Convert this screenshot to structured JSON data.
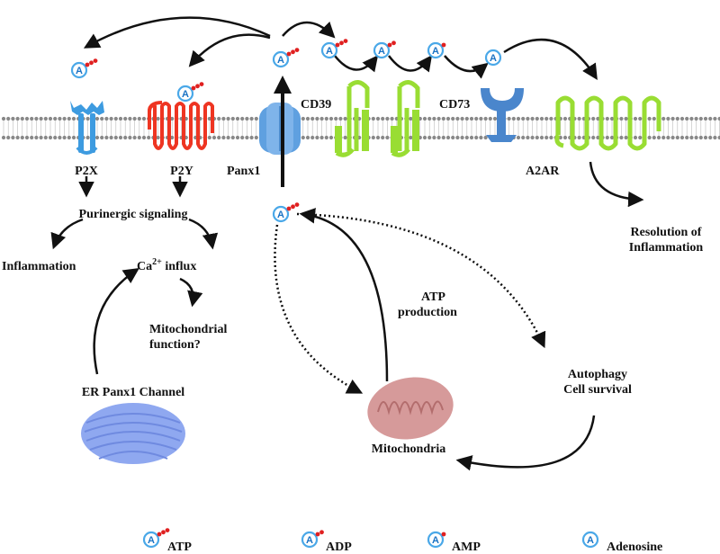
{
  "colors": {
    "adenosine_circle": "#4aa8e8",
    "phosphate": "#e02020",
    "p2x": "#3d9be0",
    "p2y": "#ee3522",
    "panx1": "#5fa0e0",
    "cd39": "#99dd33",
    "cd73": "#4a86cc",
    "a2ar": "#99dd33",
    "er": "#8fa8f0",
    "mitochondria": "#d69a9a",
    "membrane": "#888888"
  },
  "labels": {
    "p2x": "P2X",
    "p2y": "P2Y",
    "panx1": "Panx1",
    "cd39": "CD39",
    "cd73": "CD73",
    "a2ar": "A2AR",
    "purinergic": "Purinergic signaling",
    "inflammation": "Inflammation",
    "ca_influx_base": "Ca",
    "ca_influx_sup": "2+",
    "ca_influx_rest": " influx",
    "mito_function_line1": "Mitochondrial",
    "mito_function_line2": "function?",
    "er_channel": "ER Panx1 Channel",
    "atp_production_line1": "ATP",
    "atp_production_line2": "production",
    "mitochondria": "Mitochondria",
    "autophagy_line1": "Autophagy",
    "autophagy_line2": "Cell survival",
    "resolution_line1": "Resolution of",
    "resolution_line2": "Inflammation"
  },
  "molecule_letter": "A",
  "legend": [
    {
      "label": "ATP",
      "phosphates": 3
    },
    {
      "label": "ADP",
      "phosphates": 2
    },
    {
      "label": "AMP",
      "phosphates": 1
    },
    {
      "label": "Adenosine",
      "phosphates": 0
    }
  ]
}
